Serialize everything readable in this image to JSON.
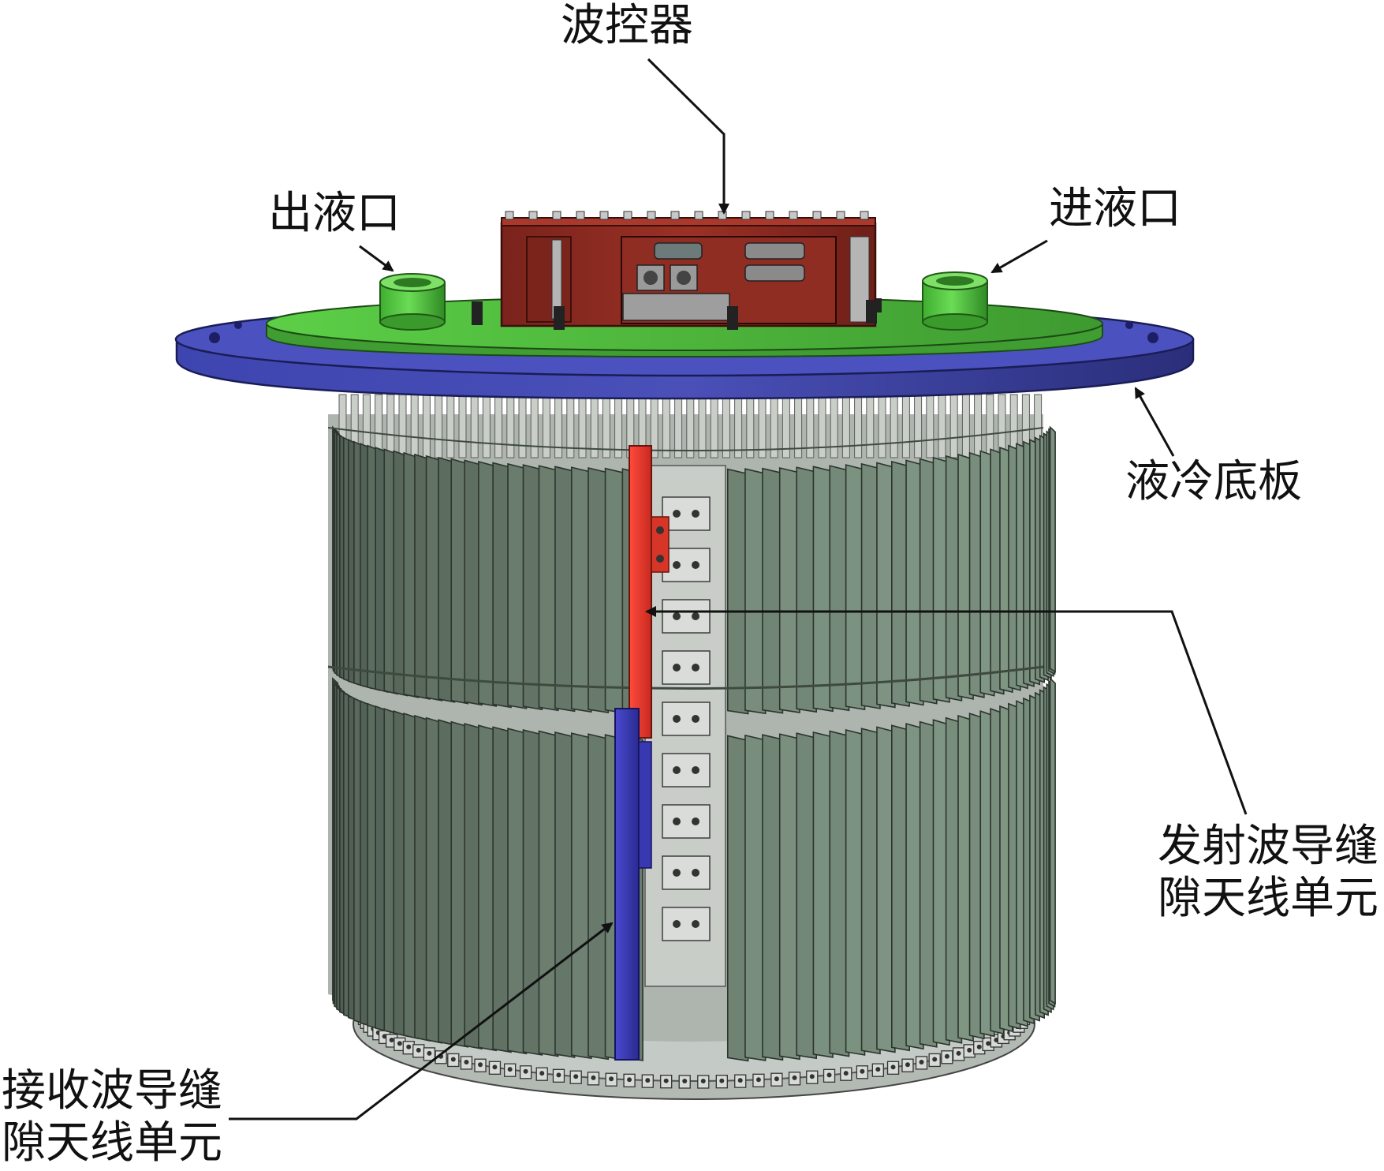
{
  "labels": {
    "controller": "波控器",
    "outlet": "出液口",
    "inlet": "进液口",
    "cold_plate": "液冷底板",
    "tx_line1": "发射波导缝",
    "tx_line2": "隙天线单元",
    "rx_line1": "接收波导缝",
    "rx_line2": "隙天线单元"
  },
  "colors": {
    "cold_plate": "#3a3f9e",
    "top_plate": "#4fb83a",
    "controller": "#8a2a22",
    "fins": "#7e9482",
    "tx_element": "#e2352a",
    "rx_element": "#3737a8",
    "fitting": "#4ec53a"
  }
}
